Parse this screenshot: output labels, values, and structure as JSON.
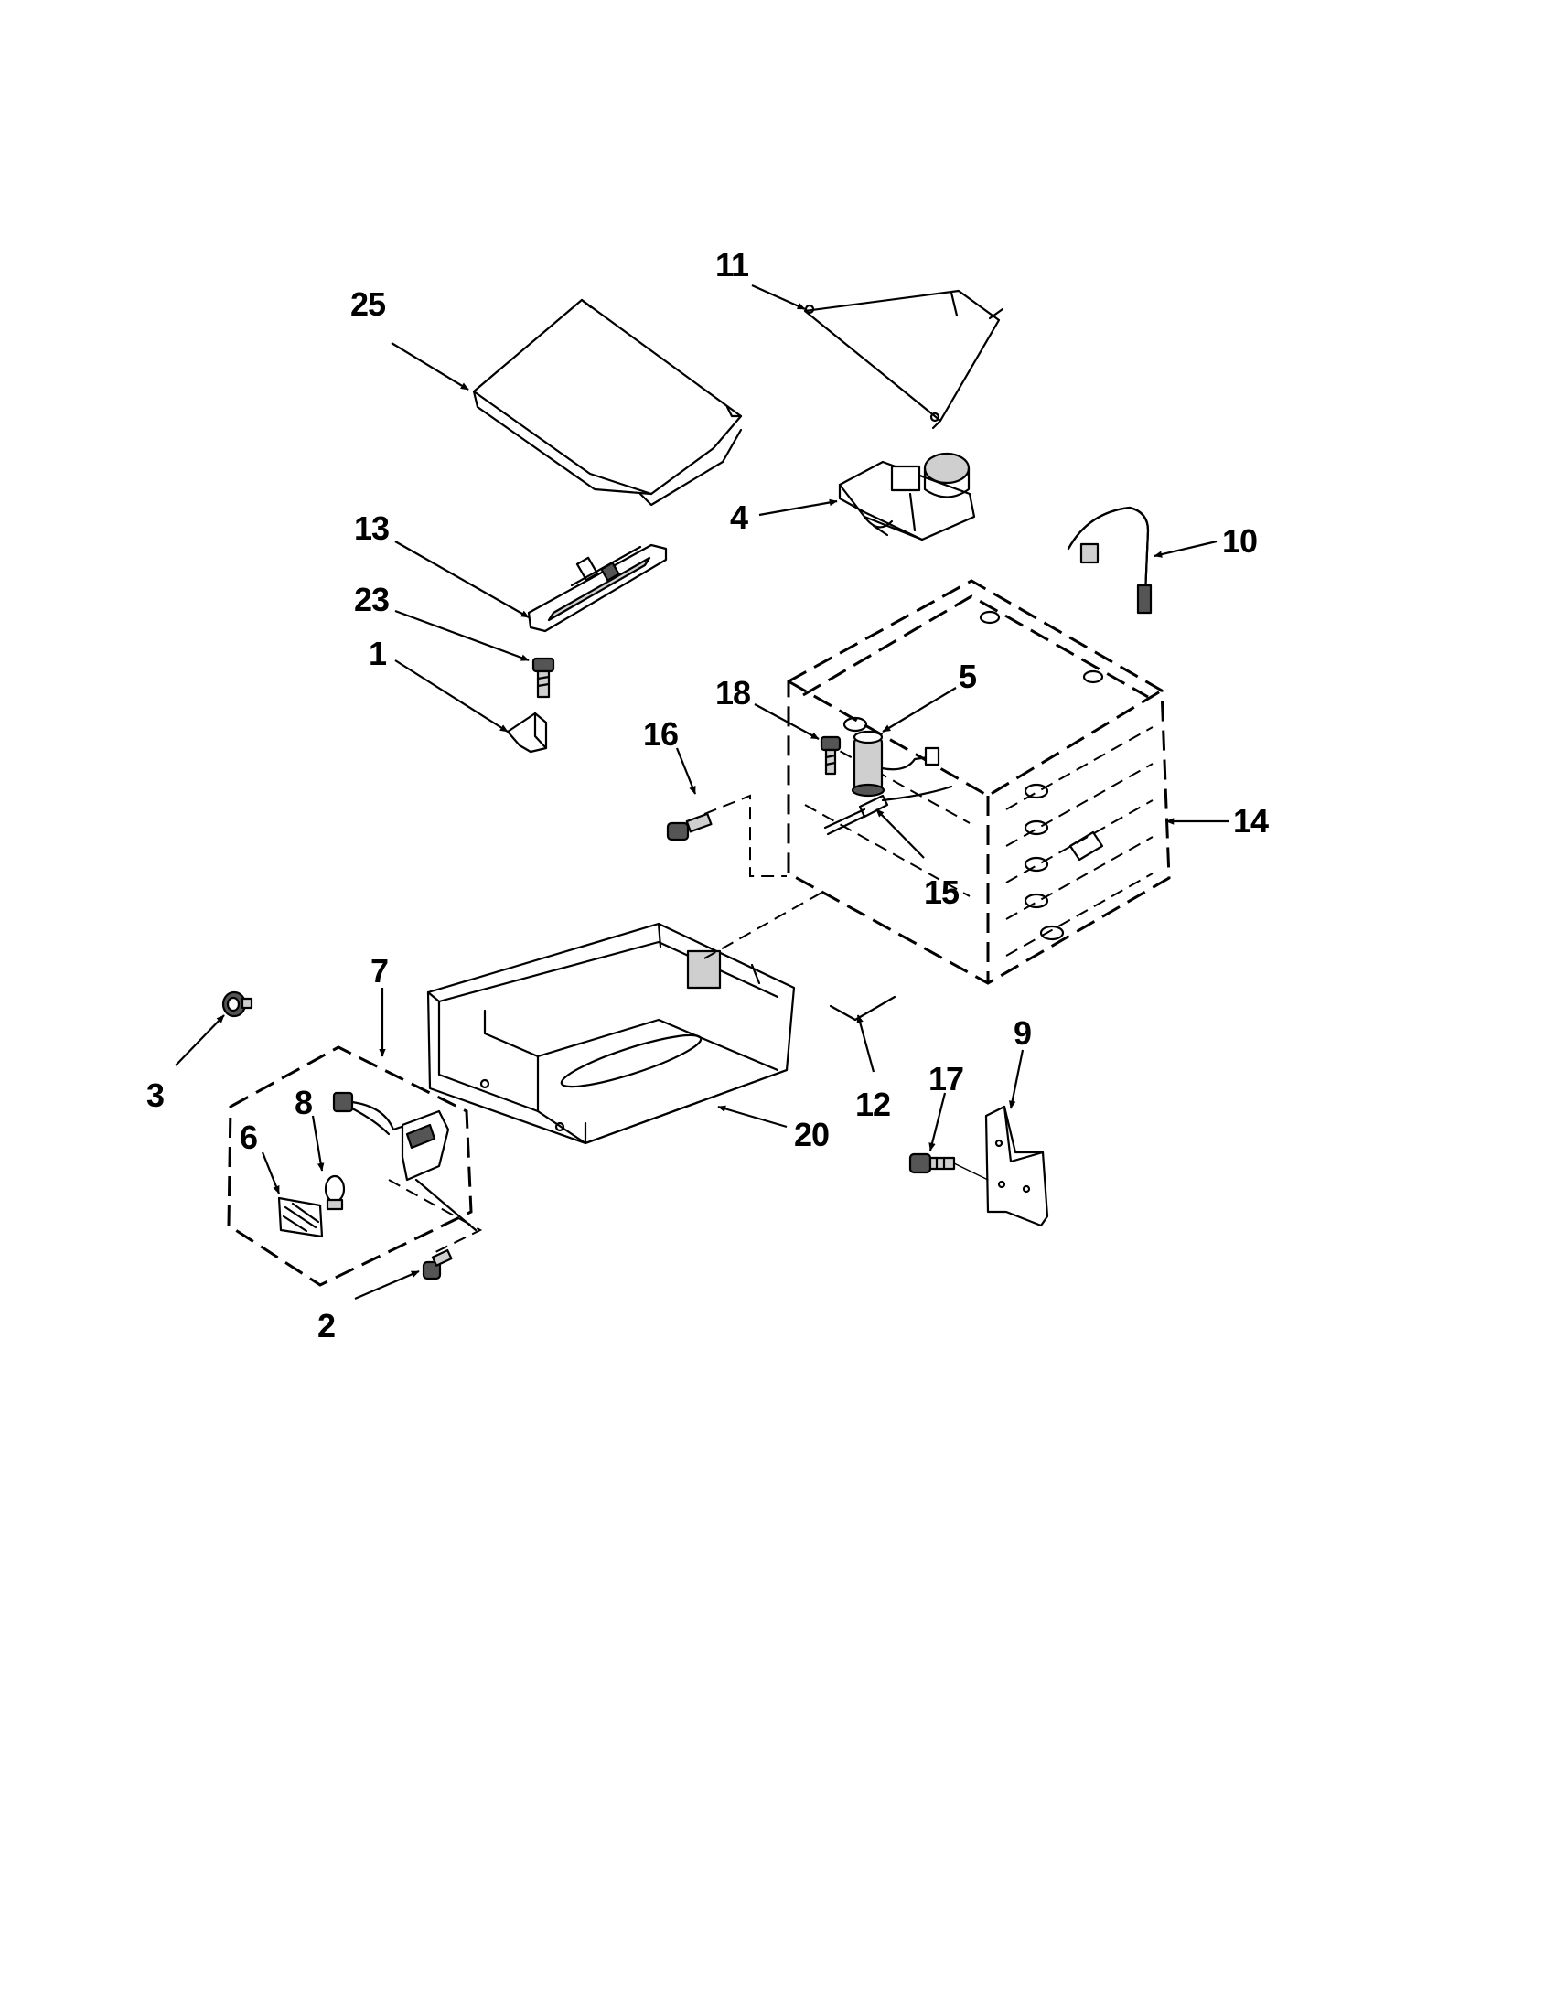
{
  "callouts": {
    "c1": "1",
    "c2": "2",
    "c3": "3",
    "c4": "4",
    "c5": "5",
    "c6": "6",
    "c7": "7",
    "c8": "8",
    "c9": "9",
    "c10": "10",
    "c11": "11",
    "c12": "12",
    "c13": "13",
    "c14": "14",
    "c15": "15",
    "c16": "16",
    "c17": "17",
    "c18": "18",
    "c20": "20",
    "c23": "23",
    "c25": "25"
  }
}
